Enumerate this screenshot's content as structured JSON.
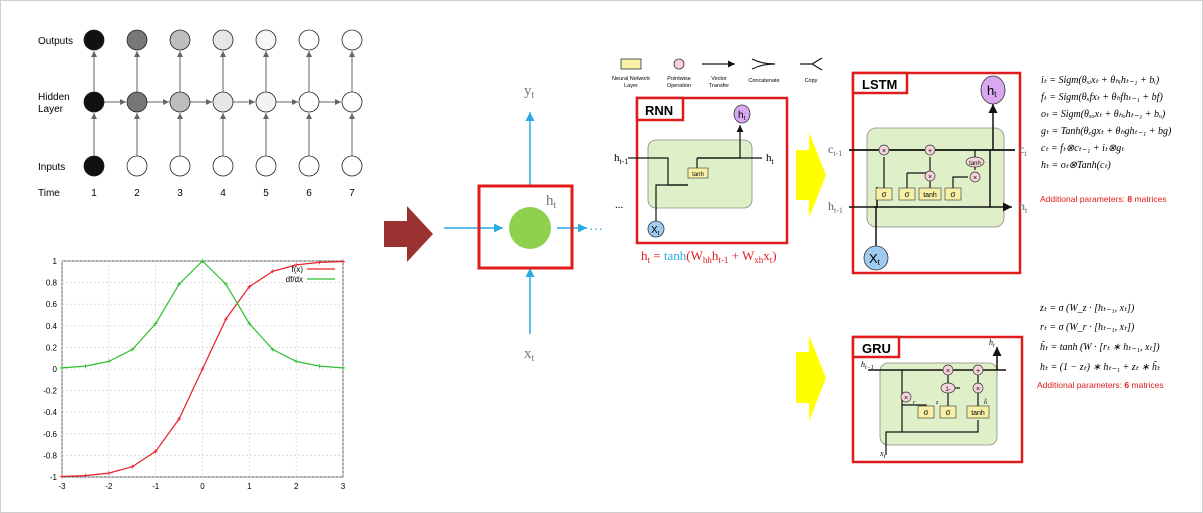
{
  "unrolled": {
    "row_labels": [
      "Outputs",
      "Hidden",
      "Layer",
      "Inputs",
      "Time"
    ],
    "time_steps": [
      "1",
      "2",
      "3",
      "4",
      "5",
      "6",
      "7"
    ],
    "output_fills": [
      "#111111",
      "#777777",
      "#bdbdbd",
      "#e6e6e6",
      "#f7f7f7",
      "#ffffff",
      "#ffffff"
    ],
    "hidden_fills": [
      "#111111",
      "#777777",
      "#bdbdbd",
      "#e6e6e6",
      "#f2f2f2",
      "#ffffff",
      "#ffffff"
    ],
    "input_fills": [
      "#111111",
      "#ffffff",
      "#ffffff",
      "#ffffff",
      "#ffffff",
      "#ffffff",
      "#ffffff"
    ]
  },
  "chart_data": {
    "type": "line",
    "x": [
      -3,
      -2.5,
      -2,
      -1.5,
      -1,
      -0.5,
      0,
      0.5,
      1,
      1.5,
      2,
      2.5,
      3
    ],
    "series": [
      {
        "name": "f(x)",
        "values": [
          -0.995,
          -0.987,
          -0.964,
          -0.905,
          -0.762,
          -0.462,
          0,
          0.462,
          0.762,
          0.905,
          0.964,
          0.987,
          0.995
        ],
        "color": "#e8202a"
      },
      {
        "name": "df/dx",
        "values": [
          0.0099,
          0.0266,
          0.0707,
          0.1807,
          0.42,
          0.7864,
          1,
          0.7864,
          0.42,
          0.1807,
          0.0707,
          0.0266,
          0.0099
        ],
        "color": "#2fbf2f"
      }
    ],
    "xlim": [
      -3,
      3
    ],
    "ylim": [
      -1,
      1
    ],
    "xticks": [
      "-3",
      "-2",
      "-1",
      "0",
      "1",
      "2",
      "3"
    ],
    "yticks": [
      "1",
      "0.8",
      "0.6",
      "0.4",
      "0.2",
      "0",
      "-0.2",
      "-0.4",
      "-0.6",
      "-0.8",
      "-1"
    ],
    "grid": true,
    "legend": "top-right"
  },
  "neuron": {
    "yt_base": "y",
    "yt_sub": "t",
    "xt_base": "x",
    "xt_sub": "t",
    "ht_base": "h",
    "ht_sub": "t",
    "dots": "···"
  },
  "legend_icons": {
    "nn_layer": [
      "Neural Network",
      "Layer"
    ],
    "pointwise": [
      "Pointwise",
      "Operation"
    ],
    "vector": [
      "Vector",
      "Transfer"
    ],
    "concat": "Concatenate",
    "copy": "Copy"
  },
  "rnn": {
    "title": "RNN",
    "input_left": "h",
    "input_left_sub": "t-1",
    "output_right": "h",
    "output_right_sub": "t",
    "dots": "...",
    "tanh": "tanh",
    "x": "X",
    "x_sub": "t",
    "h": "h",
    "h_sub": "t",
    "formula_lhs": "h",
    "formula_lhs_sub": "t",
    "formula_eq": " = ",
    "formula_tanh": "tanh",
    "formula_open": "(W",
    "formula_w1_sub": "hh",
    "formula_h": "h",
    "formula_h_sub": "t-1",
    "formula_plus": " + W",
    "formula_w2_sub": "xh",
    "formula_x": "x",
    "formula_x_sub": "t",
    "formula_close": ")"
  },
  "lstm": {
    "title": "LSTM",
    "c_in": "c",
    "c_in_sub": "t-1",
    "h_in": "h",
    "h_in_sub": "t-1",
    "c_out": "c",
    "c_out_sub": "t",
    "h_out": "h",
    "h_out_sub": "t",
    "x": "X",
    "x_sub": "t",
    "h_top": "h",
    "h_top_sub": "t",
    "gates": [
      "σ",
      "σ",
      "tanh",
      "σ"
    ],
    "tanh_op": "tanh",
    "equations": [
      "i_t = Sigm(θ_xi x_t + θ_hi h_{t-1} + b_i)",
      "f_t = Sigm(θ_xf x_t + θ_hf h_{t-1} + b_f)",
      "o_t = Sigm(θ_xo x_t + θ_ho h_{t-1} + b_o)",
      "g_t = Tanh(θ_xg x_t + θ_hg h_{t-1} + b_g)",
      "c_t = f_t ⊗ c_{t-1} + i_t ⊗ g_t",
      "h_t = o_t ⊗ Tanh(c_t)"
    ],
    "eq_display": [
      "iₜ = Sigm(θₓᵢxₜ + θₕᵢhₜ₋₁ + bᵢ)",
      "fₜ = Sigm(θₓfxₜ + θₕfhₜ₋₁ + bf)",
      "oₜ = Sigm(θₓₒxₜ + θₕₒhₜ₋₁ + bₒ)",
      "gₜ = Tanh(θₓgxₜ + θₕghₜ₋₁ + bg)",
      "cₜ = fₜ⊗cₜ₋₁ + iₜ⊗gₜ",
      "hₜ = oₜ⊗Tanh(cₜ)"
    ],
    "params_label": "Additional parameters: ",
    "params_value": "8",
    "params_unit": " matrices"
  },
  "gru": {
    "title": "GRU",
    "h_in": "h",
    "h_in_sub": "t−1",
    "h_out": "h",
    "h_out_sub": "t",
    "x": "x",
    "x_sub": "t",
    "gates": [
      "σ",
      "σ",
      "tanh"
    ],
    "gate_labels": [
      "r",
      "z",
      "h̃"
    ],
    "one_minus": "1-",
    "equations": [
      "zₜ = σ (W_z · [hₜ₋₁, xₜ])",
      "rₜ = σ (W_r · [hₜ₋₁, xₜ])",
      "h̃ₜ = tanh (W · [rₜ ∗ hₜ₋₁, xₜ])",
      "hₜ = (1 − zₜ) ∗ hₜ₋₁ + zₜ ∗ h̃ₜ"
    ],
    "params_label": "Additional parameters: ",
    "params_value": "6",
    "params_unit": " matrices"
  },
  "colors": {
    "red_box": "#e01b1b",
    "teal_arrow": "#29abe2",
    "dark_red_arrow": "#9b3232",
    "yellow_arrow": "#ffff00",
    "cell_green": "#dff0c8",
    "gate_yellow": "#f7f0a6",
    "neuron_green": "#8fd14f",
    "pink_op": "#f7d4dc",
    "violet_h": "#d9a8f0",
    "blue_x": "#9ecbef"
  }
}
